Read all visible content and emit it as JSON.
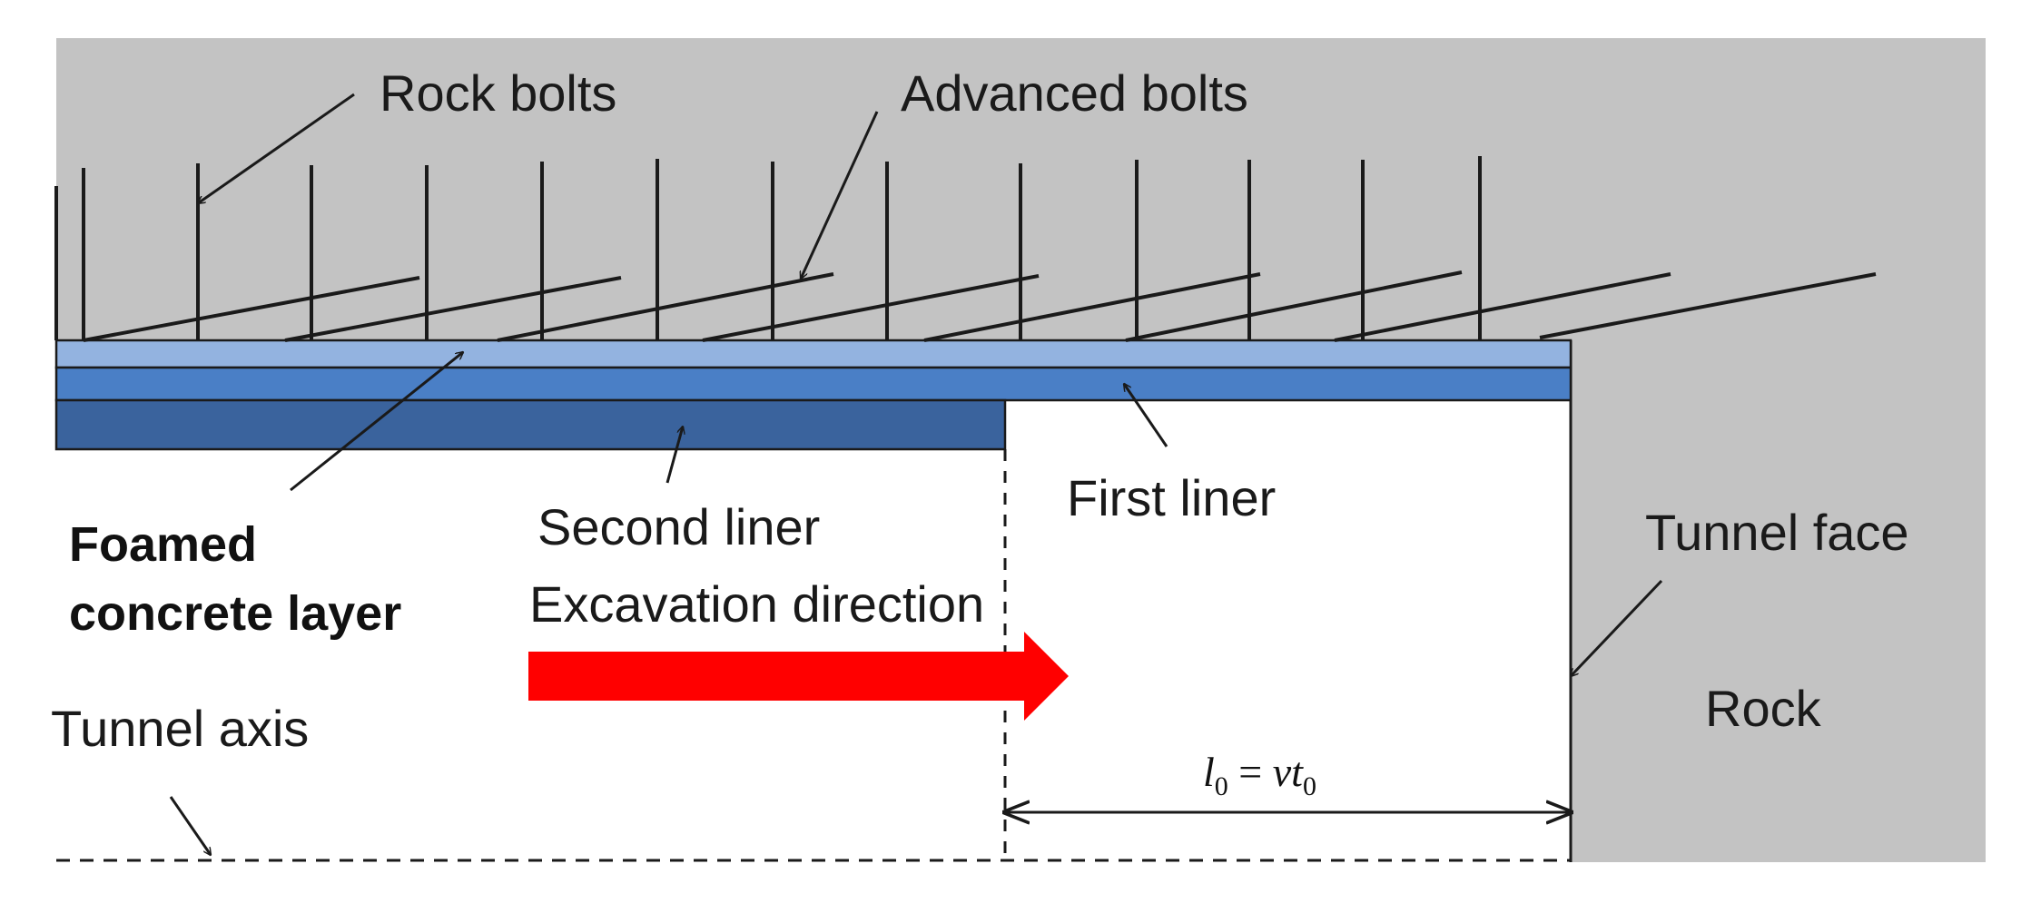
{
  "labels": {
    "rock_bolts": "Rock bolts",
    "advanced_bolts": "Advanced bolts",
    "foamed_line1": "Foamed",
    "foamed_line2": "concrete layer",
    "second_liner": "Second liner",
    "first_liner": "First liner",
    "excavation_direction": "Excavation direction",
    "tunnel_face": "Tunnel face",
    "rock": "Rock",
    "tunnel_axis": "Tunnel axis"
  },
  "formula": {
    "l": "l",
    "l_sub": "0",
    "equals": " = ",
    "v": "v",
    "t": "t",
    "t_sub": "0"
  },
  "colors": {
    "rock": "#c3c3c3",
    "foamed_concrete": "#93b3e0",
    "first_liner": "#4a7fc6",
    "second_liner": "#3a639d",
    "excavation_arrow": "#ff0000",
    "lines": "#1a1a1a"
  }
}
